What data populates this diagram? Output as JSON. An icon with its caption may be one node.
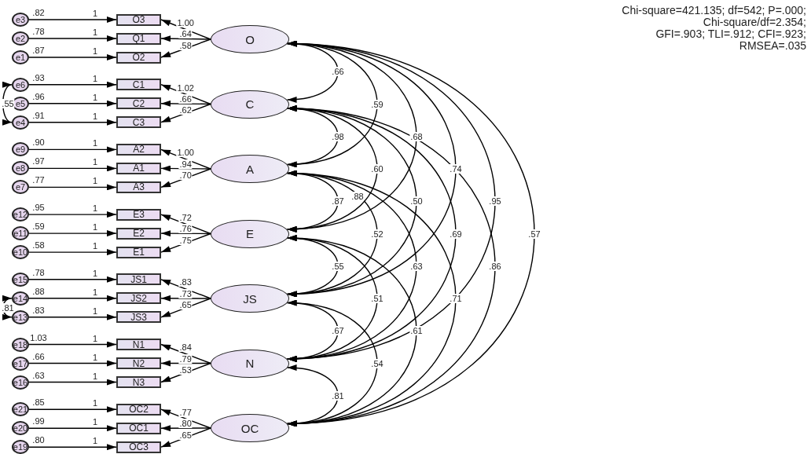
{
  "diagram": {
    "nodes": [
      {
        "text": [
          "O"
        ]
      },
      {
        "text": [
          "C"
        ]
      },
      {
        "text": [
          "A"
        ]
      },
      {
        "text": [
          "E"
        ]
      },
      {
        "text": [
          "JS"
        ]
      },
      {
        "text": [
          "N"
        ]
      },
      {
        "text": [
          "OC"
        ]
      },
      {
        "text": [
          "O3"
        ]
      },
      {
        "text": [
          "Q1"
        ]
      },
      {
        "text": [
          "O2"
        ]
      },
      {
        "text": [
          "C1"
        ]
      },
      {
        "text": [
          "C2"
        ]
      },
      {
        "text": [
          "C3"
        ]
      },
      {
        "text": [
          "A2"
        ]
      },
      {
        "text": [
          "A1"
        ]
      },
      {
        "text": [
          "A3"
        ]
      },
      {
        "text": [
          "E3"
        ]
      },
      {
        "text": [
          "E2"
        ]
      },
      {
        "text": [
          "E1"
        ]
      },
      {
        "text": [
          "JS1"
        ]
      },
      {
        "text": [
          "JS2"
        ]
      },
      {
        "text": [
          "JS3"
        ]
      },
      {
        "text": [
          "N1"
        ]
      },
      {
        "text": [
          "N2"
        ]
      },
      {
        "text": [
          "N3"
        ]
      },
      {
        "text": [
          "OC2"
        ]
      },
      {
        "text": [
          "OC1"
        ]
      },
      {
        "text": [
          "OC3"
        ]
      },
      {
        "text": [
          "e3"
        ],
        "beside": [
          ".82"
        ]
      },
      {
        "text": [
          "e2"
        ],
        "beside": [
          ".78"
        ]
      },
      {
        "text": [
          "e1"
        ],
        "beside": [
          ".87"
        ]
      },
      {
        "text": [
          "e6"
        ],
        "beside": [
          ".93"
        ]
      },
      {
        "text": [
          "e5"
        ],
        "beside": [
          ".96"
        ]
      },
      {
        "text": [
          "e4"
        ],
        "beside": [
          ".91"
        ]
      },
      {
        "text": [
          "e9"
        ],
        "beside": [
          ".90"
        ]
      },
      {
        "text": [
          "e8"
        ],
        "beside": [
          ".97"
        ]
      },
      {
        "text": [
          "e7"
        ],
        "beside": [
          ".77"
        ]
      },
      {
        "text": [
          "e12"
        ],
        "beside": [
          ".95"
        ]
      },
      {
        "text": [
          "e11"
        ],
        "beside": [
          ".59"
        ]
      },
      {
        "text": [
          "e10"
        ],
        "beside": [
          ".58"
        ]
      },
      {
        "text": [
          "e15"
        ],
        "beside": [
          ".78"
        ]
      },
      {
        "text": [
          "e14"
        ],
        "beside": [
          ".88"
        ]
      },
      {
        "text": [
          "e13"
        ],
        "beside": [
          ".83"
        ]
      },
      {
        "text": [
          "e18"
        ],
        "beside": [
          "1.03"
        ]
      },
      {
        "text": [
          "e17"
        ],
        "beside": [
          ".66"
        ]
      },
      {
        "text": [
          "e16"
        ],
        "beside": [
          ".63"
        ]
      },
      {
        "text": [
          "e21"
        ],
        "beside": [
          ".85"
        ]
      },
      {
        "text": [
          "e20"
        ],
        "beside": [
          ".99"
        ]
      },
      {
        "text": [
          "e19"
        ],
        "beside": [
          ".80"
        ]
      }
    ],
    "edges": [
      {
        "from": 28,
        "to": 7,
        "arrow": "to",
        "label": "1"
      },
      {
        "from": 29,
        "to": 8,
        "arrow": "to",
        "label": "1"
      },
      {
        "from": 30,
        "to": 9,
        "arrow": "to",
        "label": "1"
      },
      {
        "from": 31,
        "to": 10,
        "arrow": "to",
        "label": "1"
      },
      {
        "from": 32,
        "to": 11,
        "arrow": "to",
        "label": "1"
      },
      {
        "from": 33,
        "to": 12,
        "arrow": "to",
        "label": "1"
      },
      {
        "from": 34,
        "to": 13,
        "arrow": "to",
        "label": "1"
      },
      {
        "from": 35,
        "to": 14,
        "arrow": "to",
        "label": "1"
      },
      {
        "from": 36,
        "to": 15,
        "arrow": "to",
        "label": "1"
      },
      {
        "from": 37,
        "to": 16,
        "arrow": "to",
        "label": "1"
      },
      {
        "from": 38,
        "to": 17,
        "arrow": "to",
        "label": "1"
      },
      {
        "from": 39,
        "to": 18,
        "arrow": "to",
        "label": "1"
      },
      {
        "from": 40,
        "to": 19,
        "arrow": "to",
        "label": "1"
      },
      {
        "from": 41,
        "to": 20,
        "arrow": "to",
        "label": "1"
      },
      {
        "from": 42,
        "to": 21,
        "arrow": "to",
        "label": "1"
      },
      {
        "from": 43,
        "to": 22,
        "arrow": "to",
        "label": "1"
      },
      {
        "from": 44,
        "to": 23,
        "arrow": "to",
        "label": "1"
      },
      {
        "from": 45,
        "to": 24,
        "arrow": "to",
        "label": "1"
      },
      {
        "from": 46,
        "to": 25,
        "arrow": "to",
        "label": "1"
      },
      {
        "from": 47,
        "to": 26,
        "arrow": "to",
        "label": "1"
      },
      {
        "from": 48,
        "to": 27,
        "arrow": "to",
        "label": "1"
      },
      {
        "from": 0,
        "to": 7,
        "arrow": "to",
        "label": "1.00"
      },
      {
        "from": 0,
        "to": 8,
        "arrow": "to",
        "label": ".64"
      },
      {
        "from": 0,
        "to": 9,
        "arrow": "to",
        "label": ".58"
      },
      {
        "from": 1,
        "to": 10,
        "arrow": "to",
        "label": "1.02"
      },
      {
        "from": 1,
        "to": 11,
        "arrow": "to",
        "label": ".66"
      },
      {
        "from": 1,
        "to": 12,
        "arrow": "to",
        "label": ".62"
      },
      {
        "from": 2,
        "to": 13,
        "arrow": "to",
        "label": "1.00"
      },
      {
        "from": 2,
        "to": 14,
        "arrow": "to",
        "label": ".94"
      },
      {
        "from": 2,
        "to": 15,
        "arrow": "to",
        "label": ".70"
      },
      {
        "from": 3,
        "to": 16,
        "arrow": "to",
        "label": ".72"
      },
      {
        "from": 3,
        "to": 17,
        "arrow": "to",
        "label": ".76"
      },
      {
        "from": 3,
        "to": 18,
        "arrow": "to",
        "label": ".75"
      },
      {
        "from": 4,
        "to": 19,
        "arrow": "to",
        "label": ".83"
      },
      {
        "from": 4,
        "to": 20,
        "arrow": "to",
        "label": ".73"
      },
      {
        "from": 4,
        "to": 21,
        "arrow": "to",
        "label": ".65"
      },
      {
        "from": 5,
        "to": 22,
        "arrow": "to",
        "label": ".84"
      },
      {
        "from": 5,
        "to": 23,
        "arrow": "to",
        "label": ".79"
      },
      {
        "from": 5,
        "to": 24,
        "arrow": "to",
        "label": ".53"
      },
      {
        "from": 6,
        "to": 25,
        "arrow": "to",
        "label": ".77"
      },
      {
        "from": 6,
        "to": 26,
        "arrow": "to",
        "label": ".80"
      },
      {
        "from": 6,
        "to": 27,
        "arrow": "to",
        "label": ".65"
      },
      {
        "from": 31,
        "to": 33,
        "arrow": "both",
        "label": ".55"
      },
      {
        "from": 41,
        "to": 42,
        "arrow": "both",
        "label": ".81"
      },
      {
        "from": 0,
        "to": 1,
        "arrow": "both",
        "label": ".66"
      },
      {
        "from": 1,
        "to": 2,
        "arrow": "both",
        "label": ".98"
      },
      {
        "from": 2,
        "to": 3,
        "arrow": "both",
        "label": ".87"
      },
      {
        "from": 3,
        "to": 4,
        "arrow": "both",
        "label": ".55"
      },
      {
        "from": 4,
        "to": 5,
        "arrow": "both",
        "label": ".67"
      },
      {
        "from": 5,
        "to": 6,
        "arrow": "both",
        "label": ".81"
      },
      {
        "from": 0,
        "to": 2,
        "arrow": "both",
        "label": ".59"
      },
      {
        "from": 1,
        "to": 3,
        "arrow": "both",
        "label": ".60"
      },
      {
        "from": 2,
        "to": 4,
        "arrow": "both",
        "label": ".52"
      },
      {
        "from": 3,
        "to": 5,
        "arrow": "both",
        "label": ".51"
      },
      {
        "from": 4,
        "to": 6,
        "arrow": "both",
        "label": ".54"
      },
      {
        "from": 0,
        "to": 3,
        "arrow": "both",
        "label": ".68"
      },
      {
        "from": 1,
        "to": 4,
        "arrow": "both",
        "label": ".50"
      },
      {
        "from": 2,
        "to": 5,
        "arrow": "both",
        "label": ".63"
      },
      {
        "from": 3,
        "to": 6,
        "arrow": "both",
        "label": ".61"
      },
      {
        "from": 0,
        "to": 4,
        "arrow": "both",
        "label": ".74"
      },
      {
        "from": 1,
        "to": 5,
        "arrow": "both",
        "label": ".69"
      },
      {
        "from": 2,
        "to": 6,
        "arrow": "both",
        "label": ".71"
      },
      {
        "from": 0,
        "to": 5,
        "arrow": "both",
        "label": ".95"
      },
      {
        "from": 1,
        "to": 6,
        "arrow": "both",
        "label": ".86"
      },
      {
        "from": 0,
        "to": 6,
        "arrow": "both",
        "label": ".57"
      }
    ],
    "labels": [
      "Chi-square=421.135; df=542; P=.000;",
      "Chi-square/df=2.354;",
      "GFI=.903; TLI=.912; CFI=.923;",
      "RMSEA=.035",
      ".88"
    ]
  }
}
